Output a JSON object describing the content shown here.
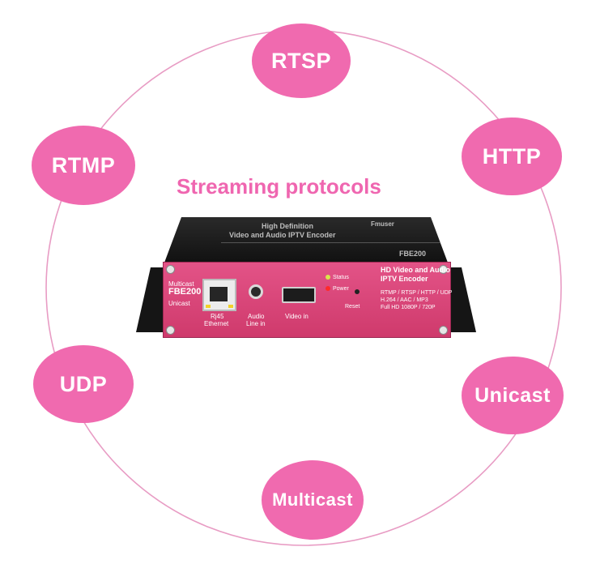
{
  "title": "Streaming protocols",
  "protocols": {
    "rtsp": "RTSP",
    "http": "HTTP",
    "rtmp": "RTMP",
    "udp": "UDP",
    "unicast": "Unicast",
    "multicast": "Multicast"
  },
  "device": {
    "top_line1": "High Definition",
    "top_line2": "Video and Audio IPTV Encoder",
    "top_brand": "Fmuser",
    "top_model": "FBE200",
    "multicast_label": "Multicast",
    "model": "FBE200",
    "unicast_label": "Unicast",
    "port_rj45": "Rj45",
    "port_ethernet": "Ethernet",
    "port_audio": "Audio",
    "port_line_in": "Line in",
    "port_video": "Video in",
    "led_status": "Status",
    "led_power": "Power",
    "reset": "Reset",
    "spec_title1": "HD Video and Audio",
    "spec_title2": "IPTV Encoder",
    "spec_line1": "RTMP / RTSP / HTTP / UDP",
    "spec_line2": "H.264 / AAC / MP3",
    "spec_line3": "Full HD 1080P / 720P"
  },
  "colors": {
    "accent": "#f06aaf",
    "ring": "#e89cc4",
    "panel": "#d9437a"
  }
}
